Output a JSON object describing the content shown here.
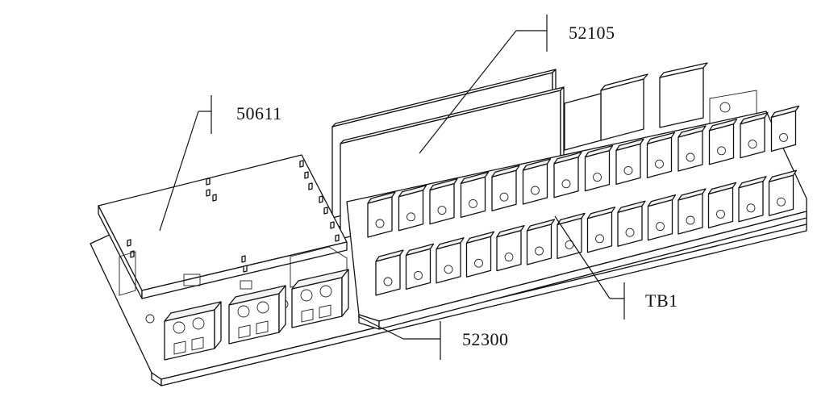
{
  "labels": {
    "board_top": "50611",
    "card_stack": "52105",
    "terminal_block": "TB1",
    "base_board": "52300"
  }
}
